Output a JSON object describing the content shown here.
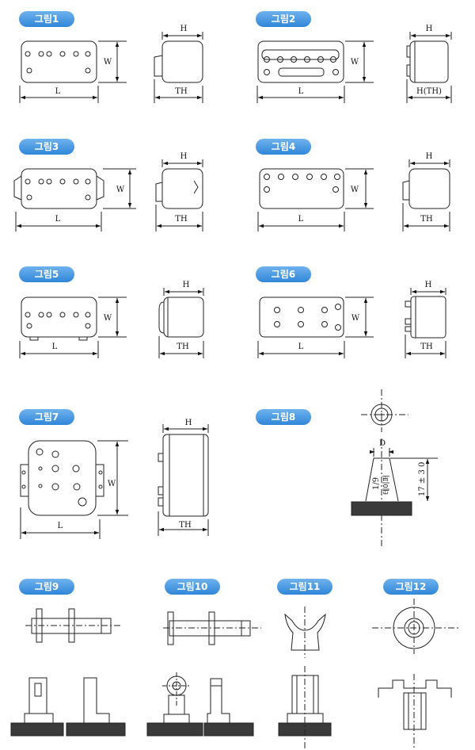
{
  "figures": [
    {
      "label": "그림1"
    },
    {
      "label": "그림2"
    },
    {
      "label": "그림3"
    },
    {
      "label": "그림4"
    },
    {
      "label": "그림5"
    },
    {
      "label": "그림6"
    },
    {
      "label": "그림7"
    },
    {
      "label": "그림8"
    },
    {
      "label": "그림9"
    },
    {
      "label": "그림10"
    },
    {
      "label": "그림11"
    },
    {
      "label": "그림12"
    }
  ],
  "dims": {
    "L": "L",
    "W": "W",
    "H": "H",
    "TH": "TH",
    "H_TH": "H(TH)",
    "D": "D",
    "ratio": "1/9",
    "ratio_kr": "테이퍼",
    "tol": "17 ± 3 0"
  }
}
